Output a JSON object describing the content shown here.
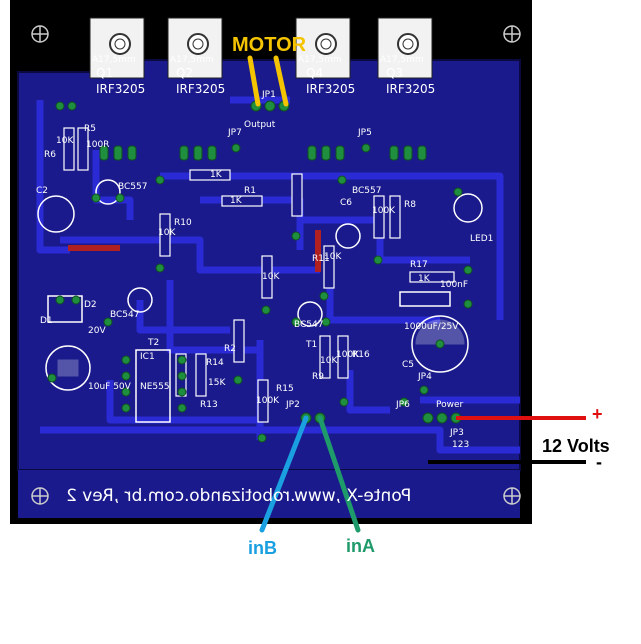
{
  "annotations": {
    "motor": "MOTOR",
    "plus": "+",
    "minus": "-",
    "supply": "12 Volts",
    "inB": "inB",
    "inA": "inA"
  },
  "board_text": "Ponte-X ,www.robotizando.com.br ,Rev 2",
  "components": {
    "q1": "Q1",
    "q2": "Q2",
    "q3": "Q3",
    "q4": "Q4",
    "mosfet": "IRF3205",
    "heatsink": "A17,5mm",
    "output": "Output",
    "power": "Power",
    "jp1": "JP1",
    "jp2": "JP2",
    "jp3": "JP3",
    "jp4": "JP4",
    "jp5": "JP5",
    "jp6": "JP6",
    "jp7": "JP7",
    "r1": "R1",
    "r2": "R2",
    "r5": "R5",
    "r6": "R6",
    "r8": "R8",
    "r9": "R9",
    "r10": "R10",
    "r11": "R11",
    "r13": "R13",
    "r14": "R14",
    "r15": "R15",
    "r16": "R16",
    "r17": "R17",
    "val_10k": "10K",
    "val_1k": "1K",
    "val_100r": "100R",
    "val_100k": "100K",
    "val_15k": "15K",
    "val_100nf": "100nF",
    "c2": "C2",
    "c5": "C5",
    "c6": "C6",
    "cap_big": "1000uF/25V",
    "cap_small": "10uF 50V",
    "cap_20v": "20V",
    "t1": "T1",
    "t2": "T2",
    "bc557": "BC557",
    "bc547": "BC547",
    "d1": "D1",
    "d2": "D2",
    "ic1": "IC1",
    "ne555": "NE555",
    "led1": "LED1",
    "pin_123": "123"
  },
  "colors": {
    "board": "#1a1a8c",
    "trace": "#2b2bd6",
    "pad": "#1f8f3f",
    "silk": "#ffffff",
    "motor_wire": "#f5c400",
    "plus_wire": "#e01010",
    "inB_wire": "#1aa0e0",
    "inA_wire": "#1f9a6a"
  }
}
